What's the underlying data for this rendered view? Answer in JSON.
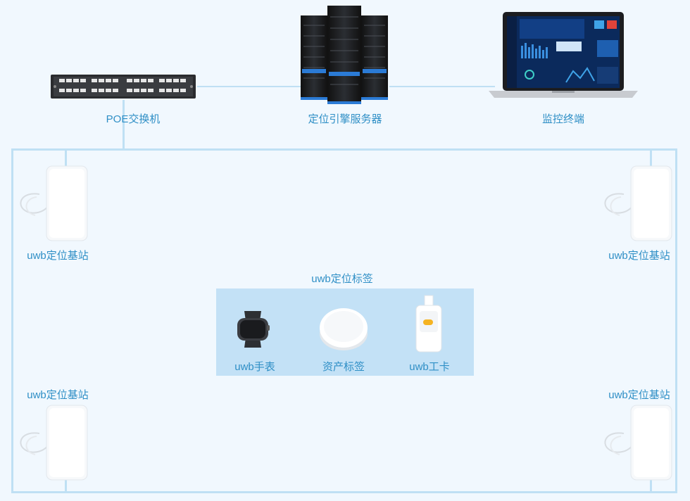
{
  "top": {
    "switch_label": "POE交换机",
    "server_label": "定位引擎服务器",
    "monitor_label": "监控终端"
  },
  "anchors": {
    "top_left": "uwb定位基站",
    "top_right": "uwb定位基站",
    "bottom_left": "uwb定位基站",
    "bottom_right": "uwb定位基站"
  },
  "tags": {
    "title": "uwb定位标签",
    "items": [
      {
        "label": "uwb手表",
        "icon": "watch-icon"
      },
      {
        "label": "资产标签",
        "icon": "asset-tag-icon"
      },
      {
        "label": "uwb工卡",
        "icon": "badge-icon"
      }
    ]
  },
  "colors": {
    "background": "#f1f8fe",
    "line": "#bfe0f4",
    "label": "#2f8fc6",
    "panel": "#c3e1f6"
  }
}
